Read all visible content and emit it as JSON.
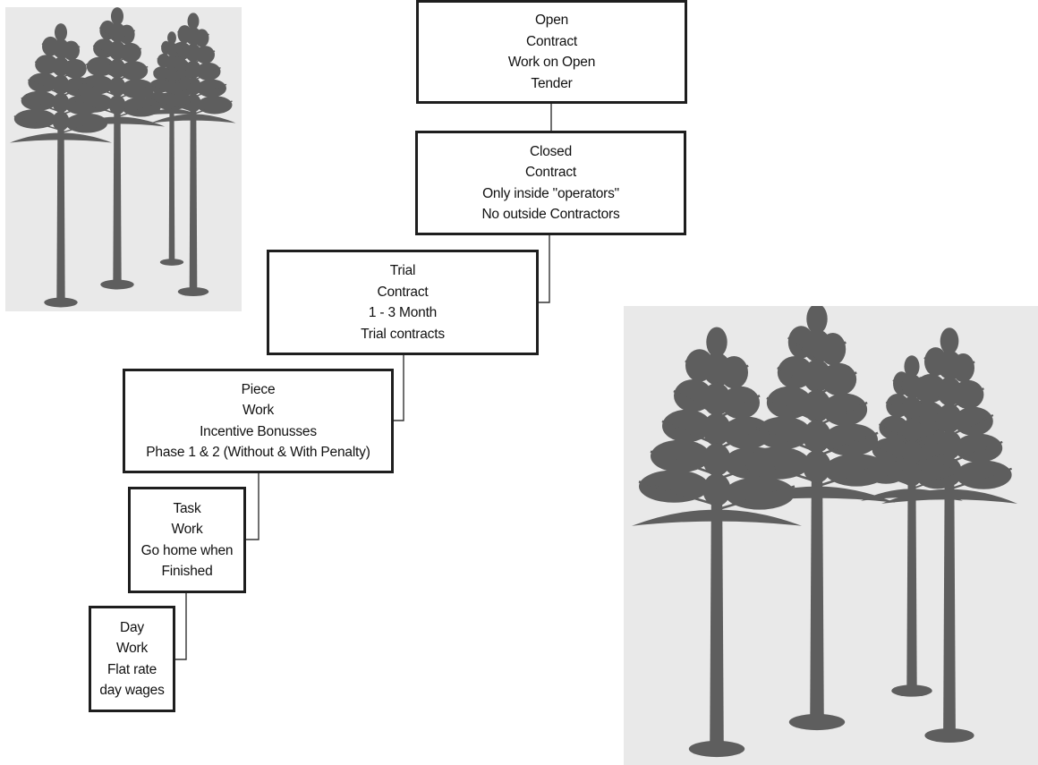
{
  "colors": {
    "tree": "#5e5e5e",
    "box_border": "#1e1e1e",
    "connector": "#333333",
    "background": "#ffffff",
    "image_bg": "#e9e9e9"
  },
  "boxes": [
    {
      "id": "open",
      "lines": [
        "Open",
        "Contract",
        "Work on Open",
        "Tender"
      ]
    },
    {
      "id": "closed",
      "lines": [
        "Closed",
        "Contract",
        "Only inside \"operators\"",
        "No outside Contractors"
      ]
    },
    {
      "id": "trial",
      "lines": [
        "Trial",
        "Contract",
        "1 - 3 Month",
        "Trial contracts"
      ]
    },
    {
      "id": "piece",
      "lines": [
        "Piece",
        "Work",
        "Incentive Bonusses",
        "Phase 1 & 2 (Without & With Penalty)"
      ]
    },
    {
      "id": "task",
      "lines": [
        "Task",
        "Work",
        "Go home when",
        "Finished"
      ]
    },
    {
      "id": "day",
      "lines": [
        "Day",
        "Work",
        "Flat rate",
        "day wages"
      ]
    }
  ],
  "images": [
    {
      "icon": "pine-trees-icon"
    },
    {
      "icon": "pine-trees-icon"
    }
  ]
}
